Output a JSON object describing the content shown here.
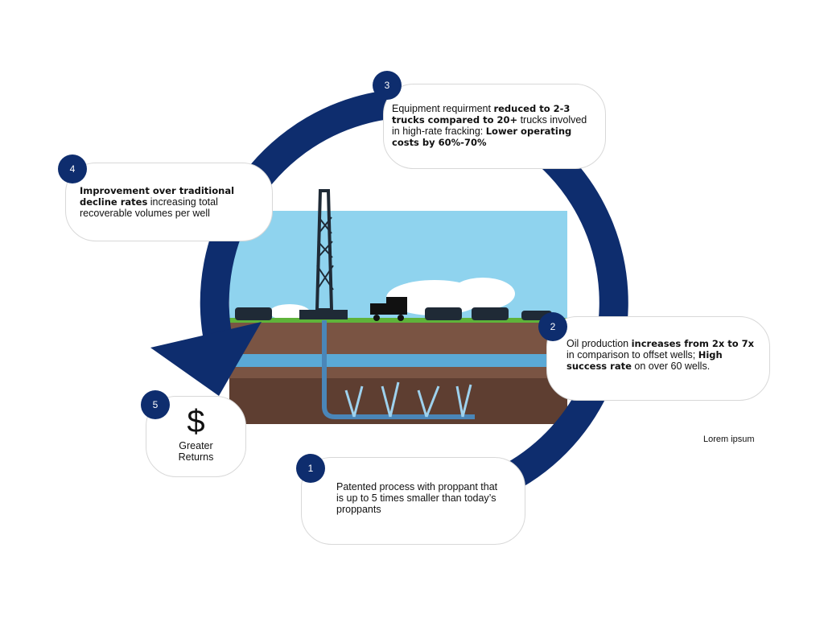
{
  "colors": {
    "ring": "#0e2d6e",
    "sky": "#8fd3ee",
    "soil": "#6b4a3a",
    "water": "#5aa9d6"
  },
  "steps": [
    {
      "num": "1",
      "parts": [
        {
          "t": "Patented process with proppant that is up to 5 times smaller than today’s proppants",
          "b": false
        }
      ]
    },
    {
      "num": "2",
      "parts": [
        {
          "t": "Oil production ",
          "b": false
        },
        {
          "t": "increases from 2x to 7x",
          "b": true
        },
        {
          "t": " in comparison to offset wells; ",
          "b": false
        },
        {
          "t": "High success rate",
          "b": true
        },
        {
          "t": " on over 60 wells.",
          "b": false
        }
      ]
    },
    {
      "num": "3",
      "parts": [
        {
          "t": "Equipment requirment ",
          "b": false
        },
        {
          "t": "reduced to 2-3 trucks compared to 20+",
          "b": true
        },
        {
          "t": " trucks involved in high-rate fracking: ",
          "b": false
        },
        {
          "t": "Lower operating costs by 60%-70%",
          "b": true
        }
      ]
    },
    {
      "num": "4",
      "parts": [
        {
          "t": "Improvement over traditional decline rates",
          "b": true
        },
        {
          "t": " increasing total recoverable volumes per well",
          "b": false
        }
      ]
    },
    {
      "num": "5",
      "icon": "$",
      "label": "Greater Returns"
    }
  ],
  "note": "Lorem ipsum"
}
